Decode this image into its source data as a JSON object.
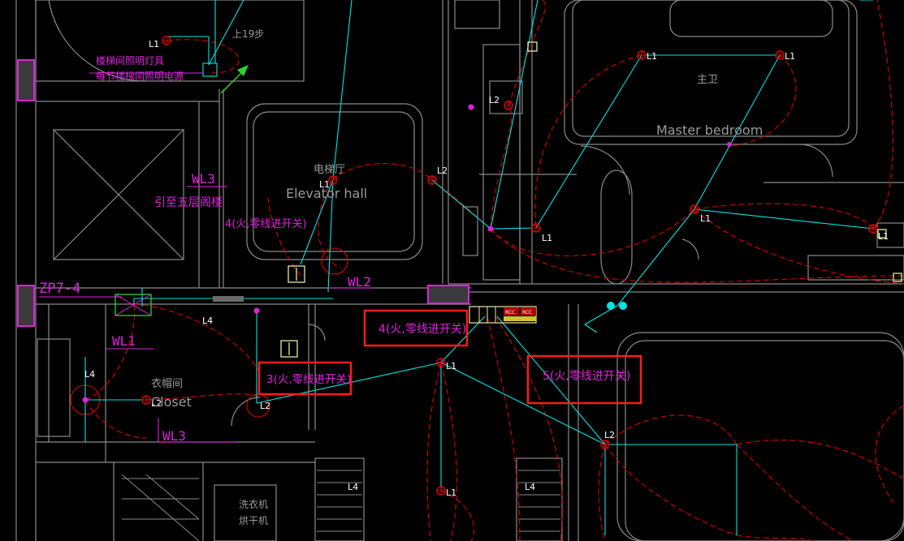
{
  "colors": {
    "background": "#000000",
    "wall": "#8a8a8a",
    "wire": "#00e5e5",
    "circuit": "#e00000",
    "annotation": "#e020e0",
    "label": "#ffffff",
    "room_text": "#9a9a9a",
    "highlight": "#ff1a1a",
    "outlet": "#e8e8a0"
  },
  "labels": {
    "stair_up": "上19步",
    "stair_note_1": "楼梯间照明灯具",
    "stair_note_2": "每节楼梯间照明电源",
    "wl3_top": "WL3",
    "lead_note": "引至五层阁楼",
    "zp": "ZP7-4",
    "wl1": "WL1",
    "wl2": "WL2",
    "wl3_bottom": "WL3",
    "elevator_cn": "电梯厅",
    "elevator_en": "Elevator hall",
    "closet_cn": "衣帽间",
    "closet_en": "Closet",
    "master_cn": "主卫",
    "master_en": "Master bedroom",
    "laundry_1": "洗衣机",
    "laundry_2": "烘干机",
    "switch_4_left": "4(火,零线进开关)",
    "breaker_1": "RCC",
    "breaker_2": "RCC"
  },
  "callouts": [
    {
      "label": "4(火,零线进开关)"
    },
    {
      "label": "3(火,零线进开关)"
    },
    {
      "label": "5(火,零线进开关)"
    }
  ],
  "fixtures": [
    {
      "label": "L1"
    },
    {
      "label": "L1"
    },
    {
      "label": "L2"
    },
    {
      "label": "L1"
    },
    {
      "label": "L2"
    },
    {
      "label": "L1"
    },
    {
      "label": "L1"
    },
    {
      "label": "L1"
    },
    {
      "label": "L1"
    },
    {
      "label": "L1"
    },
    {
      "label": "L2"
    },
    {
      "label": "L2"
    },
    {
      "label": "L2"
    },
    {
      "label": "L1"
    },
    {
      "label": "L4"
    },
    {
      "label": "L4"
    },
    {
      "label": "L4"
    },
    {
      "label": "L4"
    }
  ]
}
